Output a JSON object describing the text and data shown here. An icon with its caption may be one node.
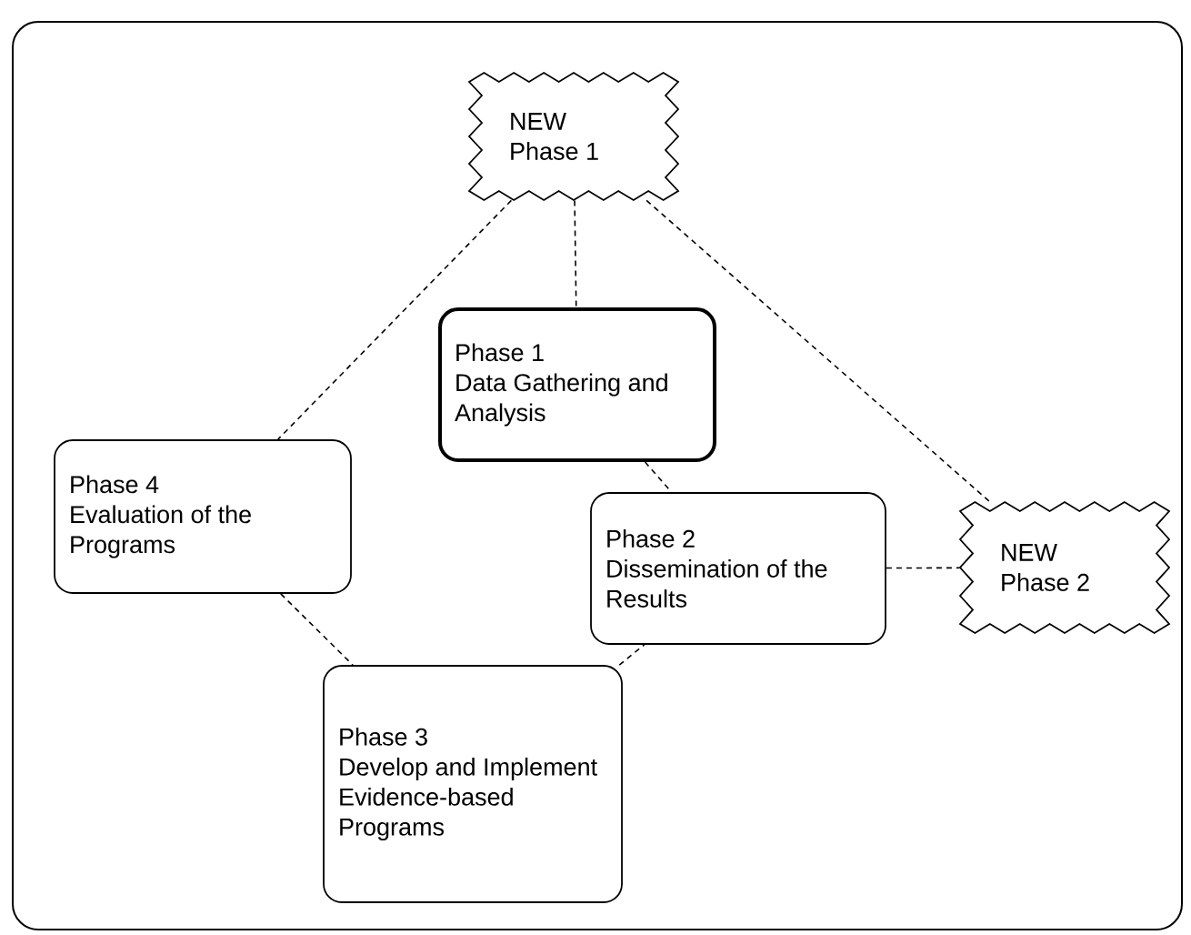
{
  "diagram": {
    "nodes": [
      {
        "text": [
          "NEW Phase 1"
        ]
      },
      {
        "text": [
          "Phase 1",
          "Data Gathering and Analysis"
        ]
      },
      {
        "text": [
          "Phase 4",
          "Evaluation of the Programs"
        ]
      },
      {
        "text": [
          "Phase 2",
          "Dissemination of the Results"
        ]
      },
      {
        "text": [
          "NEW Phase 2"
        ]
      },
      {
        "text": [
          "Phase 3",
          "Develop and Implement Evidence-based Programs"
        ]
      }
    ],
    "edges": [
      {
        "from": 0,
        "to": 2,
        "arrow": "none",
        "style": "dashed"
      },
      {
        "from": 0,
        "to": 1,
        "arrow": "none",
        "style": "dashed"
      },
      {
        "from": 0,
        "to": 4,
        "arrow": "none",
        "style": "dashed"
      },
      {
        "from": 1,
        "to": 3,
        "arrow": "none",
        "style": "dashed"
      },
      {
        "from": 3,
        "to": 4,
        "arrow": "none",
        "style": "dashed"
      },
      {
        "from": 2,
        "to": 5,
        "arrow": "none",
        "style": "dashed"
      },
      {
        "from": 5,
        "to": 3,
        "arrow": "none",
        "style": "dashed"
      }
    ]
  }
}
